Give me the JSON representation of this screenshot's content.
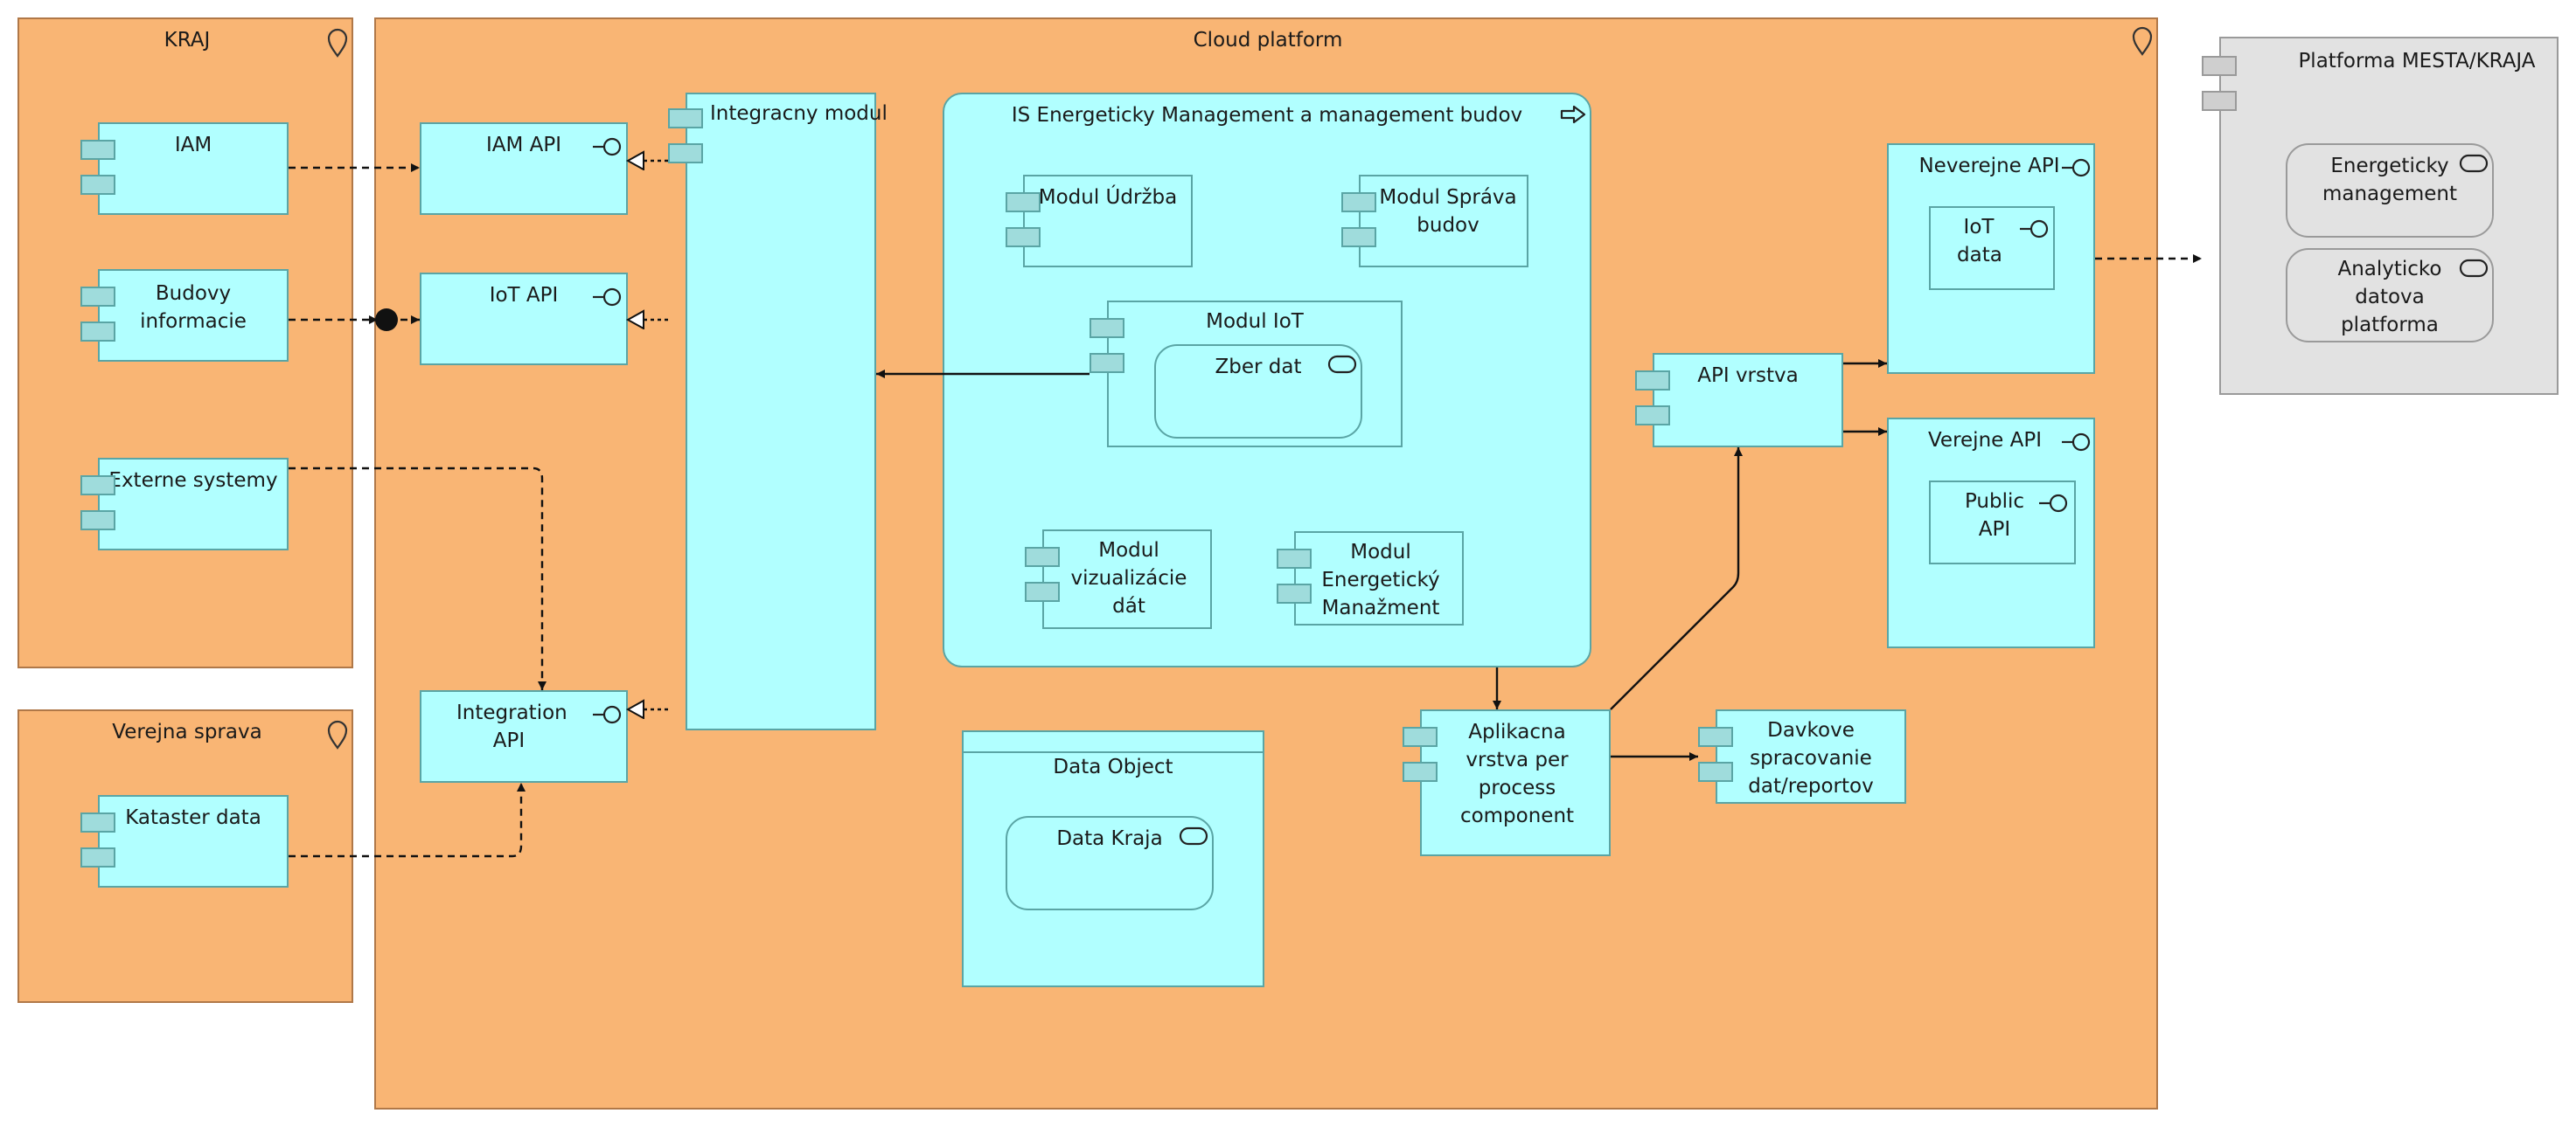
{
  "groups": {
    "kraj": "KRAJ",
    "cloud": "Cloud platform",
    "verejna_sprava": "Verejna sprava",
    "platforma": "Platforma MESTA/KRAJA"
  },
  "kraj_components": {
    "iam": "IAM",
    "budovy": "Budovy informacie",
    "externe": "Externe systemy"
  },
  "verejna_components": {
    "kataster": "Kataster data"
  },
  "cloud_interfaces": {
    "iam_api": "IAM API",
    "iot_api": "IoT API",
    "integration_api": "Integration API"
  },
  "integracny_modul": "Integracny modul",
  "is_app": {
    "title": "IS Energeticky Management a management budov",
    "udrzba": "Modul Údržba",
    "sprava": "Modul Správa budov",
    "iot": "Modul IoT",
    "zber": "Zber dat",
    "vizualizacie": "Modul vizualizácie dát",
    "energeticky": "Modul Energetický Manažment"
  },
  "data_object": {
    "title": "Data Object",
    "data_kraja": "Data Kraja"
  },
  "aplikacna": "Aplikacna vrstva per process component",
  "davkove": "Davkove spracovanie dat/reportov",
  "api_vrstva": "API vrstva",
  "neverejne_api": "Neverejne API",
  "iot_data": "IoT data",
  "verejne_api": "Verejne API",
  "public_api": "Public API",
  "platform_services": {
    "energeticky_management": "Energeticky management",
    "analyticko": "Analyticko datova platforma"
  },
  "colors": {
    "group_fill": "#f9b574",
    "component_fill": "#b1ffff",
    "external_platform_fill": "#e2e2e2"
  }
}
